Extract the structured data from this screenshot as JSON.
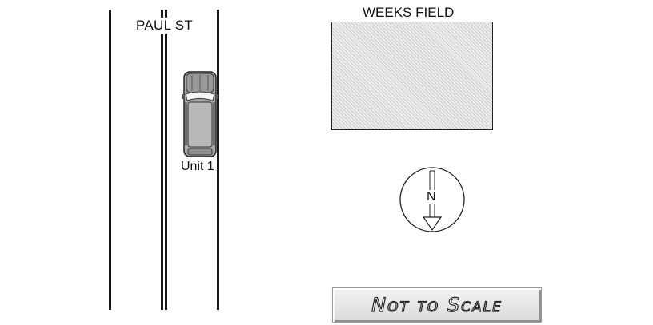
{
  "street": {
    "name": "PAUL ST"
  },
  "field": {
    "name": "WEEKS FIELD"
  },
  "vehicle": {
    "label": "Unit 1"
  },
  "compass": {
    "letter": "N",
    "icon": "north-arrow-icon",
    "orientation": "pointing down"
  },
  "scale_note": {
    "text": "Not to Scale"
  },
  "colors": {
    "line": "#1a1a1a",
    "vehicle_body": "#a9a9a9",
    "field_fill": "#e6e6e6"
  }
}
